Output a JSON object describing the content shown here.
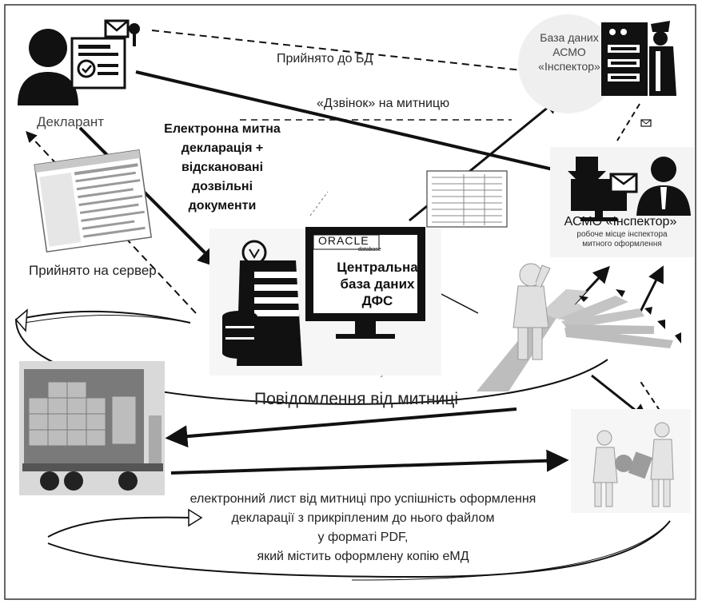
{
  "actors": {
    "declarant_label": "Декларант",
    "asmo_db_label": "База даних\nАСМО\n«Інспектор»",
    "oracle_logo": "ORACLE",
    "oracle_sub": "database",
    "central_db_label": "Центральна\nбаза даних\nДФС",
    "asmo_title": "АСМО «Інспектор»",
    "asmo_workplace": "робоче місце інспектора\nмитного оформлення"
  },
  "flows": {
    "accepted_db": "Прийнято до БД",
    "call_customs": "«Дзвінок» на митницю",
    "edeclaration": "Електронна митна\nдекларація +\nвідскановані\nдозвільні\nдокументи",
    "accepted_server": "Прийнято на сервер",
    "customs_message": "Повідомлення від митниці",
    "email_line1": "електронний лист від митниці про успішність оформлення",
    "email_line2": "декларації з прикріпленим до нього файлом",
    "email_line3": "у форматі PDF,",
    "email_line4": "який містить оформлену копію еМД"
  },
  "colors": {
    "ink": "#1e1e1e",
    "icon": "#111111",
    "grey_light": "#c8c8c8",
    "grey_mid": "#9a9a9a",
    "paper": "#ffffff"
  },
  "icons": {
    "declarant": "user-with-document-icon",
    "db_operator": "officer-with-database-icon",
    "server": "server-with-database-icon",
    "monitor": "monitor-icon",
    "inspector": "inspector-with-mail-icon",
    "truck": "cargo-truck-icon",
    "thinker": "person-at-crossroads-icon",
    "handshake": "document-exchange-icon",
    "envelope": "envelope-icon"
  }
}
